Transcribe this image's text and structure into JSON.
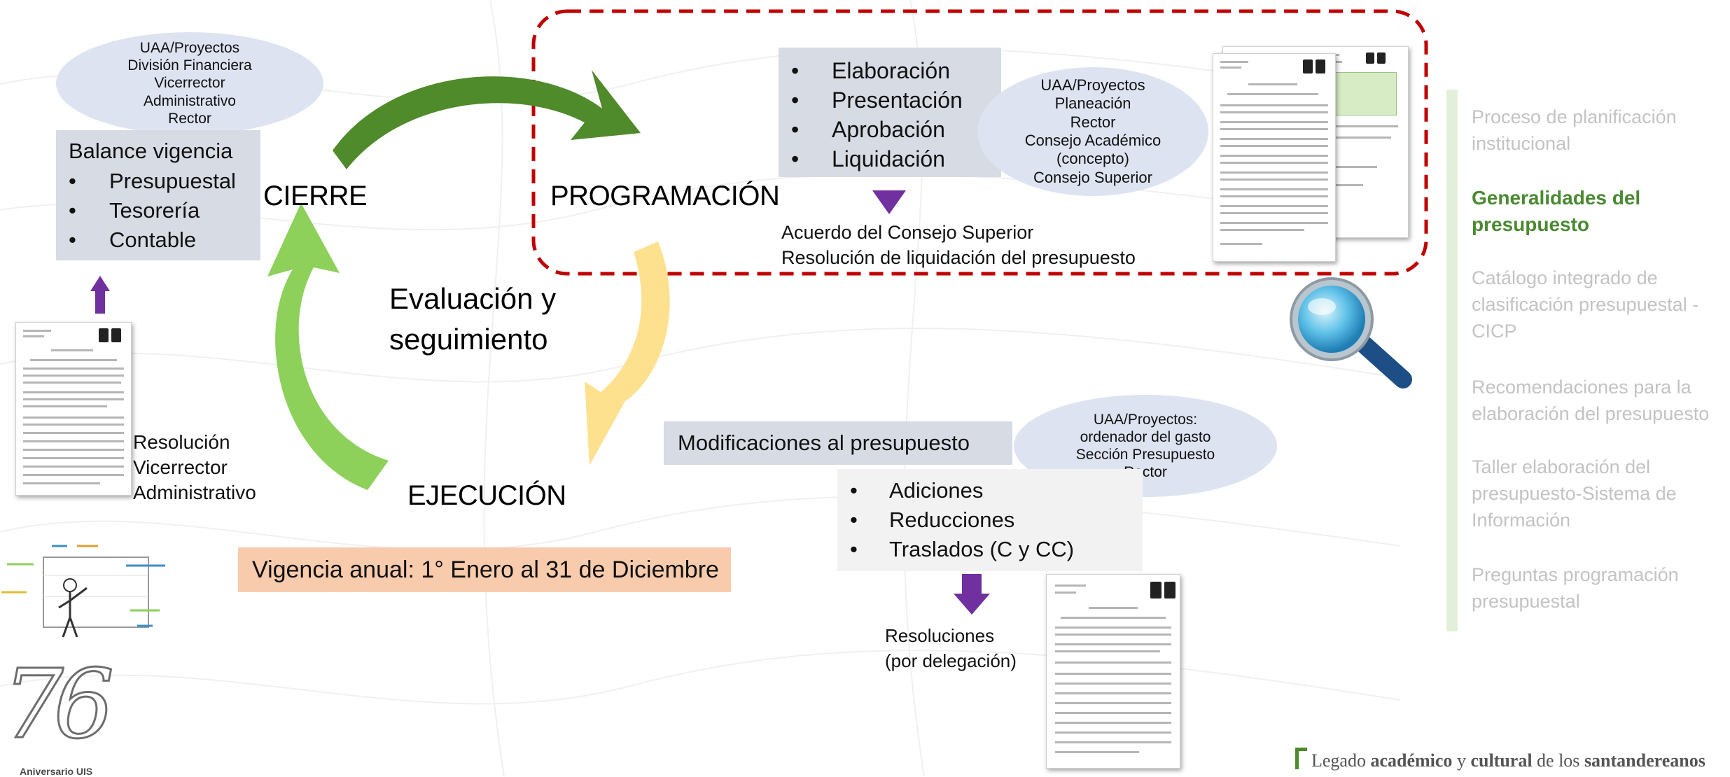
{
  "cierre": {
    "stage_label": "CIERRE",
    "actors": [
      "UAA/Proyectos",
      "División Financiera",
      "Vicerrector",
      "Administrativo",
      "Rector"
    ],
    "box_title": "Balance vigencia",
    "box_items": [
      "Presupuestal",
      "Tesorería",
      "Contable"
    ],
    "document_caption": [
      "Resolución",
      "Vicerrector",
      "Administrativo"
    ]
  },
  "programacion": {
    "stage_label": "PROGRAMACIÓN",
    "box_items": [
      "Elaboración",
      "Presentación",
      "Aprobación",
      "Liquidación"
    ],
    "actors": [
      "UAA/Proyectos",
      "Planeación",
      "Rector",
      "Consejo Académico",
      "(concepto)",
      "Consejo Superior"
    ],
    "outputs": [
      "Acuerdo del Consejo Superior",
      "Resolución de liquidación del presupuesto"
    ]
  },
  "evaluacion": {
    "label_lines": [
      "Evaluación y",
      "seguimiento"
    ]
  },
  "ejecucion": {
    "stage_label": "EJECUCIÓN",
    "vigencia": "Vigencia anual: 1° Enero al 31 de Diciembre"
  },
  "modificaciones": {
    "title": "Modificaciones al presupuesto",
    "actors": [
      "UAA/Proyectos:",
      "ordenador del gasto",
      "Sección Presupuesto",
      "Rector"
    ],
    "items": [
      "Adiciones",
      "Reducciones",
      "Traslados (C y CC)"
    ],
    "outputs": [
      "Resoluciones",
      "(por delegación)"
    ]
  },
  "sidebar": {
    "items": [
      {
        "label": "Proceso de planificación institucional",
        "active": false
      },
      {
        "label": "Generalidades del presupuesto",
        "active": true
      },
      {
        "label": "Catálogo integrado de clasificación presupuestal - CICP",
        "active": false
      },
      {
        "label": "Recomendaciones para la elaboración del presupuesto",
        "active": false
      },
      {
        "label": "Taller elaboración del presupuesto-Sistema de Información",
        "active": false
      },
      {
        "label": "Preguntas programación presupuestal",
        "active": false
      }
    ]
  },
  "footer": {
    "tagline_pre": "Legado ",
    "tagline_b1": "académico",
    "tagline_mid": " y ",
    "tagline_b2": "cultural",
    "tagline_post": " de los ",
    "tagline_b3": "santandereanos",
    "logo_number": "76",
    "logo_caption": "Aniversario UIS"
  },
  "colors": {
    "arrow_top": "#4f8a2b",
    "arrow_left": "#8dd05a",
    "arrow_right": "#fde18e",
    "dashed_border": "#c00000",
    "down_arrow": "#7030a0",
    "box_fill": "#d6dbe4",
    "ellipse_fill": "#dde3f1",
    "vigencia_fill": "#f8cbad",
    "sidebar_active": "#4a8a32",
    "sidebar_inactive": "#c3c3c3",
    "sidebar_bar": "#e2efd9"
  },
  "icons": {
    "magnifier": "magnifier-icon",
    "presenter": "presenter-icon",
    "purple_arrow": "down-arrow-icon"
  }
}
